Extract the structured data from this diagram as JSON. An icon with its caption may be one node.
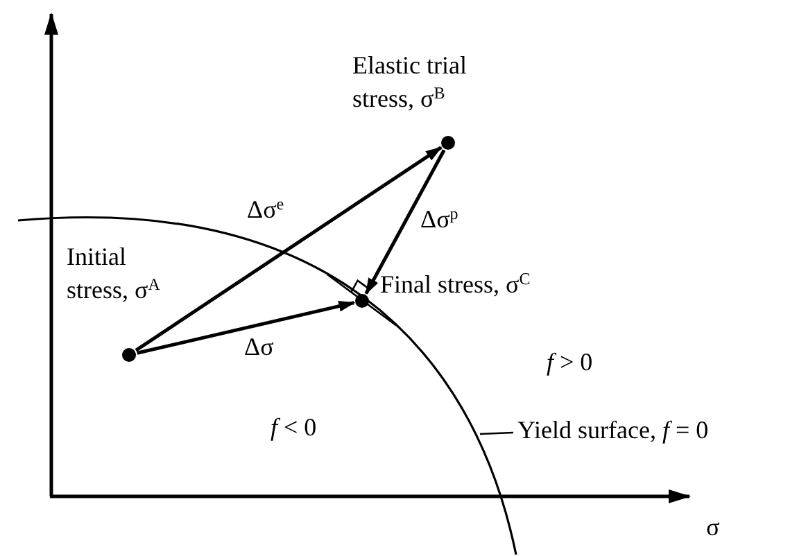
{
  "diagram": {
    "nodes": [
      {
        "text": [],
        "shape": "circle",
        "beside": [
          "Initial stress, σ$^{A}$"
        ]
      },
      {
        "text": [],
        "shape": "circle",
        "beside": [
          "Elastic trial stress, σ$^{B}$"
        ]
      },
      {
        "text": [],
        "shape": "circle",
        "beside": [
          "Final stress, σ$^{C}$"
        ]
      },
      {
        "text": [
          "Yield surface, *f* = 0"
        ]
      }
    ],
    "edges": [
      {
        "from": 0,
        "to": 1,
        "arrow": "to",
        "label": "Δσ$^{e}$"
      },
      {
        "from": 1,
        "to": 2,
        "arrow": "to",
        "label": "Δσ$^{p}$"
      },
      {
        "from": 0,
        "to": 2,
        "arrow": "to",
        "label": "Δσ"
      },
      {
        "from": 3,
        "to": null,
        "arrow": "none"
      }
    ],
    "labels": [
      "*f* > 0",
      "*f* < 0",
      "σ"
    ]
  }
}
